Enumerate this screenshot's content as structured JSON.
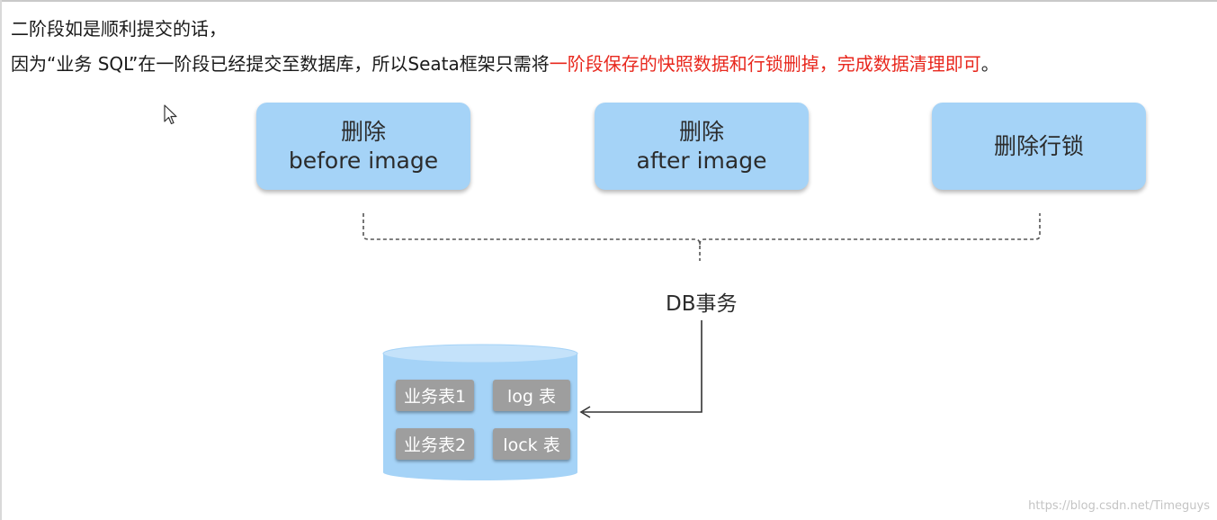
{
  "text": {
    "line1": "二阶段如是顺利提交的话，",
    "line2_prefix": "因为“业务 SQL”在一阶段已经提交至数据库，所以Seata框架只需将",
    "line2_highlight": "一阶段保存的快照数据和行锁删掉，完成数据清理即可",
    "line2_suffix": "。"
  },
  "diagram": {
    "steps": [
      {
        "line1": "删除",
        "line2": "before image"
      },
      {
        "line1": "删除",
        "line2": "after image"
      },
      {
        "line1": "删除行锁",
        "line2": ""
      }
    ],
    "db_transaction_label": "DB事务",
    "tables": [
      "业务表1",
      "log 表",
      "业务表2",
      "lock 表"
    ]
  },
  "watermark": "https://blog.csdn.net/Timeguys",
  "colors": {
    "highlight": "#e8281e",
    "step_box": "#a5d3f7",
    "database": "#a5d3f7",
    "table_box": "#9e9e9e"
  }
}
